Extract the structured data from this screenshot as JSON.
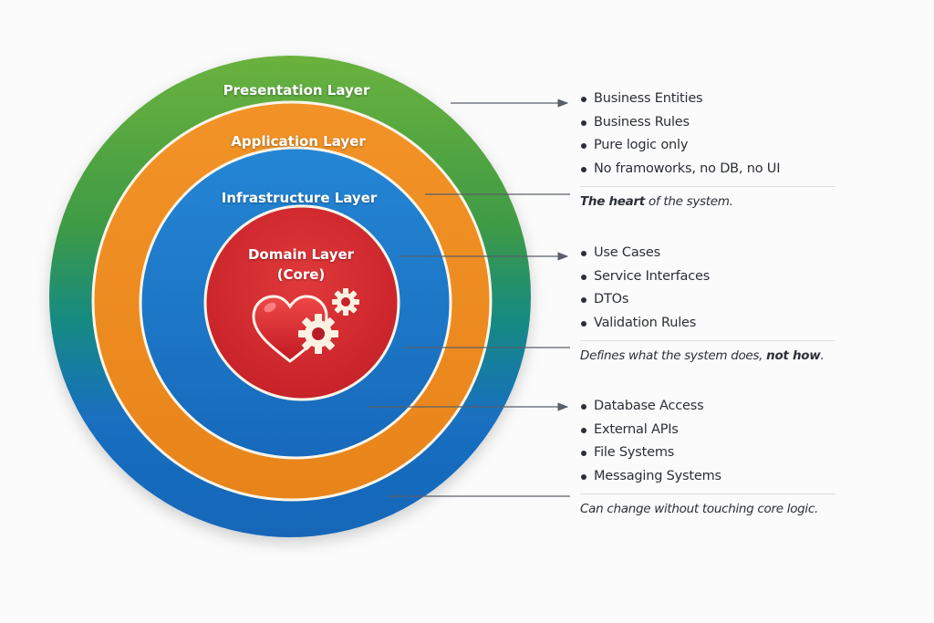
{
  "layers": [
    {
      "id": "presentation",
      "label": "Presentation Layer",
      "color_top": "#6bb23e",
      "color_bottom": "#1a6fc0"
    },
    {
      "id": "application",
      "label": "Application Layer",
      "color": "#ee8a1f"
    },
    {
      "id": "infrastructure",
      "label": "Infrastructure Layer",
      "color": "#1e7bc9"
    },
    {
      "id": "domain",
      "label_line1": "Domain Layer",
      "label_line2": "(Core)",
      "color": "#d42a2e",
      "icon": "heart-gears-icon"
    }
  ],
  "ring_border_color": "#fbf5e8",
  "connector_color": "#5a5f6a",
  "panels": [
    {
      "items": [
        "Business Entities",
        "Business Rules",
        "Pure logic only",
        "No framoworks, no DB, no UI"
      ],
      "note_bold": "The heart",
      "note_rest": " of the system."
    },
    {
      "items": [
        "Use Cases",
        "Service Interfaces",
        "DTOs",
        "Validation Rules"
      ],
      "note_start": "Defines what the system does, ",
      "note_bold": "not how",
      "note_end": "."
    },
    {
      "items": [
        "Database Access",
        "External APIs",
        "File Systems",
        "Messaging Systems"
      ],
      "note": "Can change without touching core logic."
    }
  ]
}
